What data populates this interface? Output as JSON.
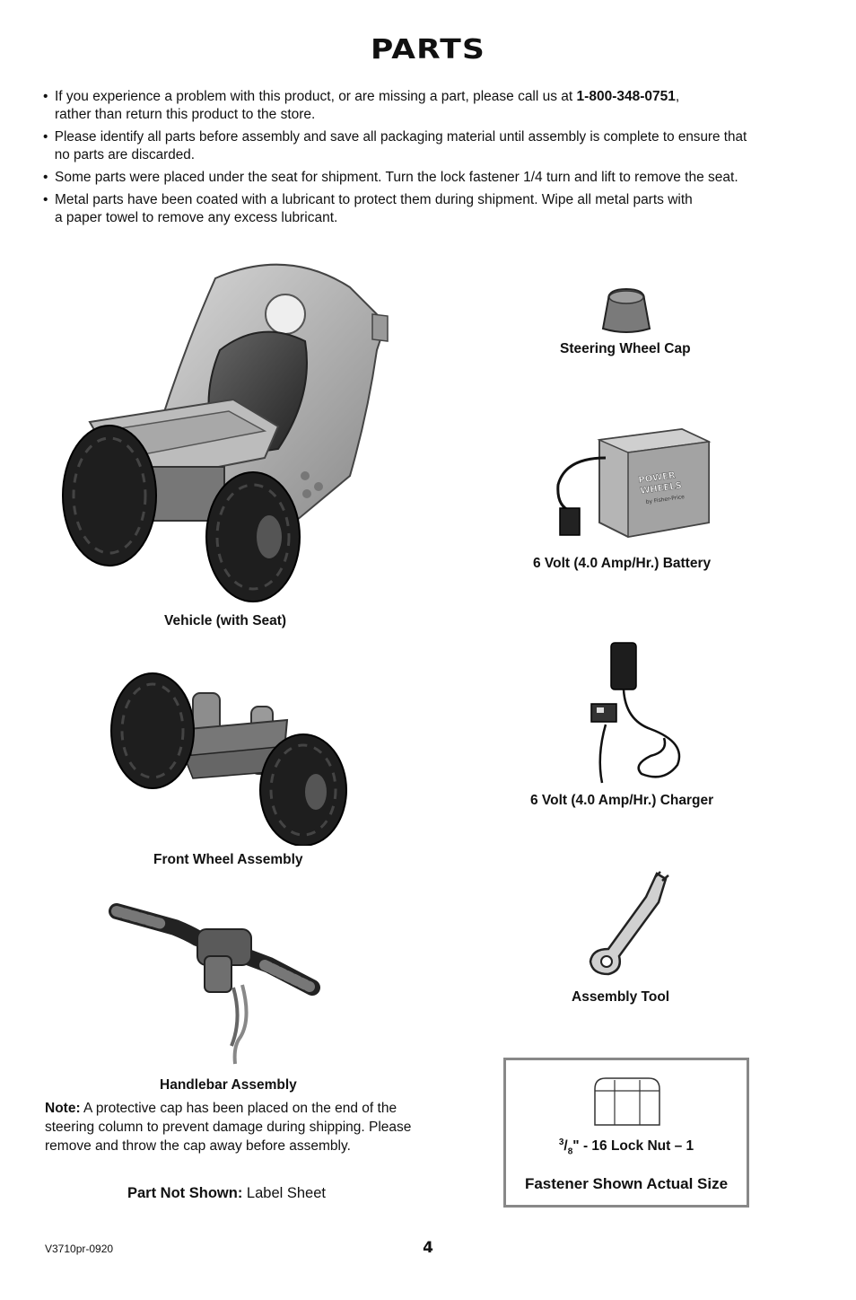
{
  "title": "PARTS",
  "bullets": [
    {
      "pre": "If you experience a problem with this product, or are missing a part, please call us at ",
      "bold": "1-800-348-0751",
      "post": ",",
      "line2": "rather than return this product to the store."
    },
    {
      "pre": "Please identify all parts before assembly and save all packaging material until assembly is complete to ensure that",
      "bold": "",
      "post": "",
      "line2": "no parts are discarded."
    },
    {
      "pre": "Some parts were placed under the seat for shipment. Turn the lock fastener 1/4 turn and lift to remove the seat.",
      "bold": "",
      "post": "",
      "line2": ""
    },
    {
      "pre": "Metal parts have been coated with a lubricant to protect them during shipment. Wipe all metal parts with",
      "bold": "",
      "post": "",
      "line2": "a paper towel to remove any excess lubricant."
    }
  ],
  "parts": {
    "vehicle": "Vehicle (with Seat)",
    "front_wheel": "Front Wheel Assembly",
    "handlebar": "Handlebar Assembly",
    "steering_cap": "Steering Wheel Cap",
    "battery": "6 Volt (4.0 Amp/Hr.) Battery",
    "battery_brand_line1": "POWER",
    "battery_brand_line2": "WHEELS",
    "battery_brand_line3": "by Fisher-Price",
    "charger": "6 Volt (4.0 Amp/Hr.) Charger",
    "tool": "Assembly Tool"
  },
  "note": {
    "label": "Note:",
    "text": " A protective cap has been placed on the end of the steering column to prevent damage during shipping. Please remove and throw the cap away before assembly."
  },
  "part_not_shown": {
    "label": "Part Not Shown:",
    "value": " Label Sheet"
  },
  "fastener_box": {
    "frac_num": "3",
    "frac_den": "8",
    "nut_text": "\" - 16 Lock Nut – 1",
    "caption": "Fastener Shown Actual Size"
  },
  "footer": {
    "code": "V3710pr-0920",
    "page": "4"
  }
}
